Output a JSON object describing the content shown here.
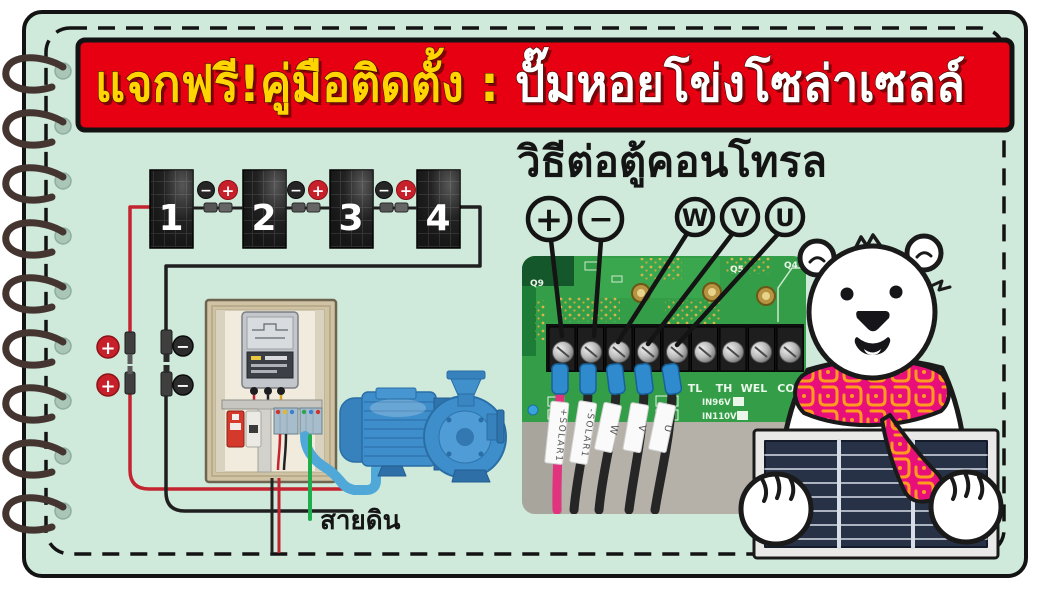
{
  "banner": {
    "prefix": "แจกฟรี!คู่มือติดตั้ง : ",
    "title": "ปั๊มหอยโข่งโซล่าเซลล์"
  },
  "section": {
    "heading": "วิธีต่อตู้คอนโทรล"
  },
  "panels": {
    "labels": [
      "1",
      "2",
      "3",
      "4"
    ]
  },
  "polarity": {
    "plus": "+",
    "minus": "−"
  },
  "terminal_circles": {
    "labels": [
      "+",
      "−",
      "W",
      "V",
      "U"
    ]
  },
  "pcb": {
    "silkscreen": [
      "Q9",
      "Q5",
      "Q4"
    ],
    "terminal_row_labels": [
      "TL",
      "TH",
      "WEL",
      "CO"
    ],
    "voltage_labels": [
      "IN96V",
      "IN110V"
    ],
    "wire_tags": [
      "+SOLAR1",
      "-SOLAR1",
      "W",
      "V",
      "U"
    ]
  },
  "ground_label": "สายดิน",
  "colors": {
    "page_mint": "#cfe9db",
    "banner_red": "#e60012",
    "banner_yellow": "#ffd400",
    "wire_red": "#c32430",
    "wire_black": "#1f1f1f",
    "wire_green": "#1fae4e",
    "pipe_blue": "#4fa8d8",
    "pump_blue": "#3e8ecb",
    "scarf_magenta": "#e80f7a",
    "scarf_orange": "#ff9b1e",
    "pcb_green": "#339e47"
  }
}
